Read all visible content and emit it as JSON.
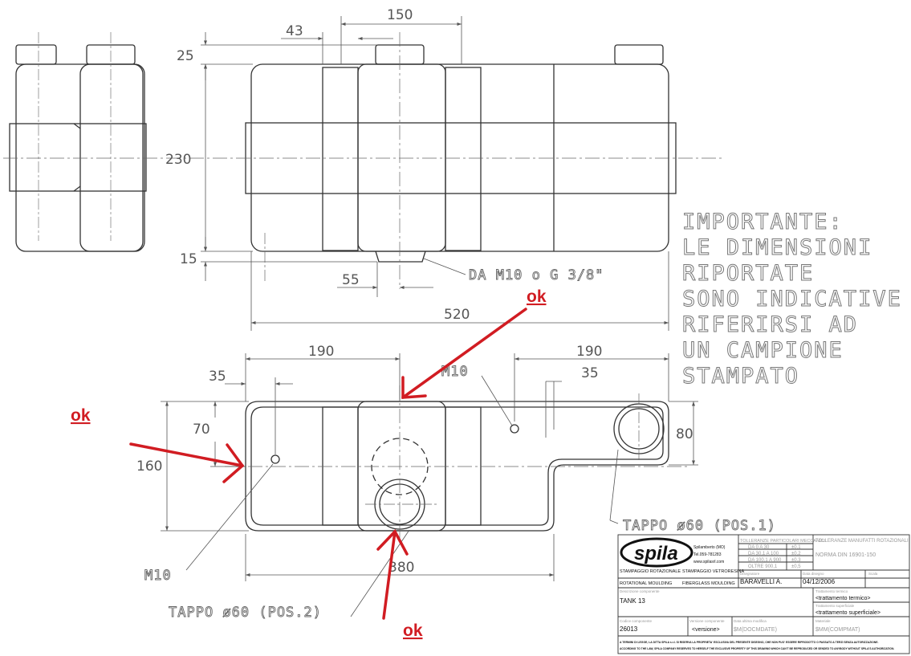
{
  "dimensions": {
    "d150": "150",
    "d43": "43",
    "d25": "25",
    "d230": "230",
    "d15": "15",
    "d55": "55",
    "d520": "520",
    "d190a": "190",
    "d190b": "190",
    "d35a": "35",
    "d35b": "35",
    "d70": "70",
    "d160": "160",
    "d80": "80",
    "d380": "380",
    "m10a": "M10",
    "m10b": "M10"
  },
  "callouts": {
    "thread": "DA M10 o G 3/8\"",
    "cap1": "TAPPO ø60 (POS.1)",
    "cap2": "TAPPO ø60 (POS.2)"
  },
  "note": {
    "lines": [
      "IMPORTANTE:",
      "LE DIMENSIONI",
      "RIPORTATE",
      "SONO INDICATIVE",
      "RIFERIRSI AD",
      "UN CAMPIONE",
      "STAMPATO"
    ]
  },
  "annotations": {
    "ok_top": "ok",
    "ok_left": "ok",
    "ok_bottom": "ok",
    "arrow_color": "#d11c22"
  },
  "title_block": {
    "logo": "spila",
    "company_address": [
      "Spilamberto (MO)",
      "Tel.059-781283",
      "www.spilasrl.com"
    ],
    "label_rot": "STAMPAGGIO ROTAZIONALE",
    "label_glass": "STAMPAGGIO VETRORESINA",
    "label_rot_en": "ROTATIONAL MOULDING",
    "label_glass_en": "FIBERGLASS MOULDING",
    "tol_header": "TOLLERANZE PARTICOLARI MECCANICI",
    "tol_rows": [
      [
        "DA 0 A 30",
        "±0,1"
      ],
      [
        "DA 30,1 A 100",
        "±0,2"
      ],
      [
        "DA 100,1 A 900",
        "±0,3"
      ],
      [
        "OLTRE 900,1",
        "±0,5"
      ]
    ],
    "tol2_header": "TOLLERANZE MANUFATTI ROTAZIONALI",
    "tol2_norm": "NORMA DIN 16901-150",
    "author_label": "Disegnatore",
    "author": "BARAVELLI A.",
    "date_label": "Data disegno",
    "date": "04/12/2006",
    "scale_label": "Scala",
    "desc_label": "Descrizione componente",
    "desc": "TANK 13",
    "heat_label": "Trattamento termico",
    "heat": "<trattamento termico>",
    "surface_label": "Trattamento superficiale",
    "surface": "<trattamento superficiale>",
    "code_label": "Codice componente",
    "code": "26013",
    "version_label": "Versione componente",
    "version": "<versione>",
    "lastmod_label": "Data ultima modifica",
    "lastmod": "$M(DOCMDATE)",
    "material_label": "Materiale",
    "material": "$MM(COMPMAT)",
    "footer_it": "A TERMINI DI LEGGE, LA DITTA SPILA s.r.l. SI RISERVA LA PROPRIETA' ESCLUSIVA DEL PRESENTE DISEGNO, CHE NON PUO' ESSERE RIPRODOTTO O PASSATO A TERZI SENZA AUTORIZZAZIONE.",
    "footer_en": "ACCORDING TO THE LAW, SPILA COMPANY RESERVES TO HERSELF THE EXCLUSIVE PROPERTY OF THIS DRAWING WHICH CAN'T BE REPRODUCED OR SENDED TO ANYBODY WITHOUT SPILA'S AUTHORIZATION."
  }
}
